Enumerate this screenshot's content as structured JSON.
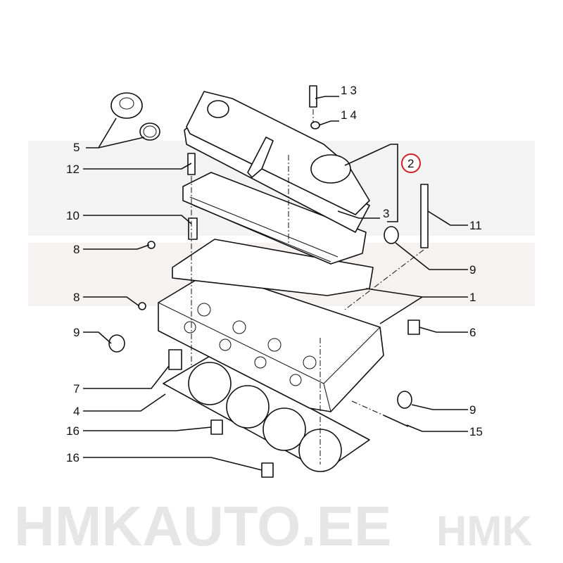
{
  "watermark": {
    "top": "HMK",
    "bottom": "HMKAUTO.EE"
  },
  "highlight_color": "#a9dbe6",
  "callout_circle_color": "#d0202a",
  "labels": {
    "l13": "13",
    "l14": "14",
    "l5": "5",
    "l12": "12",
    "l2": "2",
    "l3": "3",
    "l11": "11",
    "l10": "10",
    "l8a": "8",
    "l9a": "9",
    "l8b": "8",
    "l1": "1",
    "l9b": "9",
    "l6": "6",
    "l7": "7",
    "l4": "4",
    "l9c": "9",
    "l16a": "16",
    "l15": "15",
    "l16b": "16"
  }
}
